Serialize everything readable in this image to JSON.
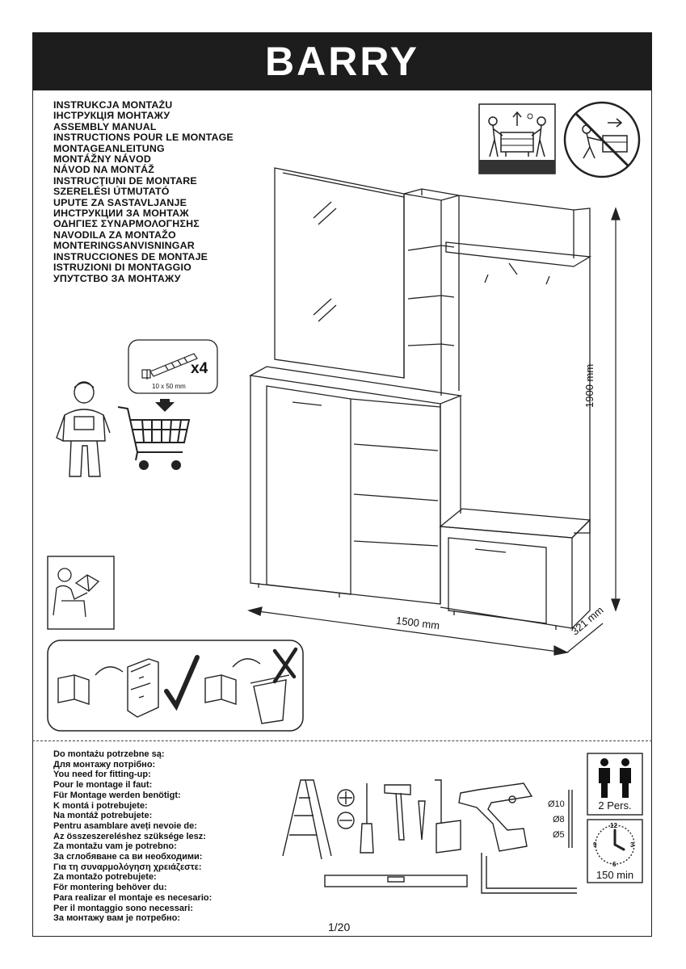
{
  "header": {
    "title": "BARRY"
  },
  "manual_titles": [
    "INSTRUKCJA MONTAŻU",
    "ІНСТРУКЦІЯ МОНТАЖУ",
    "ASSEMBLY MANUAL",
    "INSTRUCTIONS POUR LE MONTAGE",
    "MONTAGEANLEITUNG",
    "MONTÁŽNY NÁVOD",
    "NÁVOD NA MONTÁŽ",
    "INSTRUCŢIUNI DE MONTARE",
    "SZERELÉSI ÚTMUTATÓ",
    "UPUTE ZA SASTAVLJANJE",
    "ИНСТРУКЦИИ ЗА МОНТАЖ",
    "ΟΔΗΓΙΕΣ ΣΥΝΑΡΜΟΛΟΓΗΣΗΣ",
    "NAVODILA ZA MONTAŽO",
    "MONTERINGSANVISNINGAR",
    "INSTRUCCIONES DE MONTAJE",
    "ISTRUZIONI DI MONTAGGIO",
    "УПУТСТВО ЗА МОНТАЖУ"
  ],
  "dimensions": {
    "height": "1900 mm",
    "width": "1500 mm",
    "depth": "321 mm"
  },
  "wall_anchor": {
    "quantity": "x4",
    "size": "10  x 50 mm"
  },
  "tools_needed": [
    "Do montażu potrzebne są:",
    "Для монтажу потрібно:",
    "You need for fitting-up:",
    "Pour le montage il faut:",
    "Für Montage werden benötigt:",
    "K montá i potrebujete:",
    "Na montáž potrebujete:",
    "Pentru asamblare aveți nevoie de:",
    "Az összeszereléshez szüksége lesz:",
    "Za montažu vam je potrebno:",
    "За сглобяване са ви необходими:",
    "Για τη συναρμολόγηση χρειάζεστε:",
    "Za montažo potrebujete:",
    "För montering behöver du:",
    "Para realizar el montaje es necesario:",
    "Per il montaggio sono necessari:",
    "За монтажу вам је потребно:"
  ],
  "drill_bits": [
    "Ø10",
    "Ø8",
    "Ø5"
  ],
  "persons": "2 Pers.",
  "time": "150 min",
  "clock_numbers": [
    "12",
    "3",
    "6",
    "9"
  ],
  "page_number": "1/20"
}
